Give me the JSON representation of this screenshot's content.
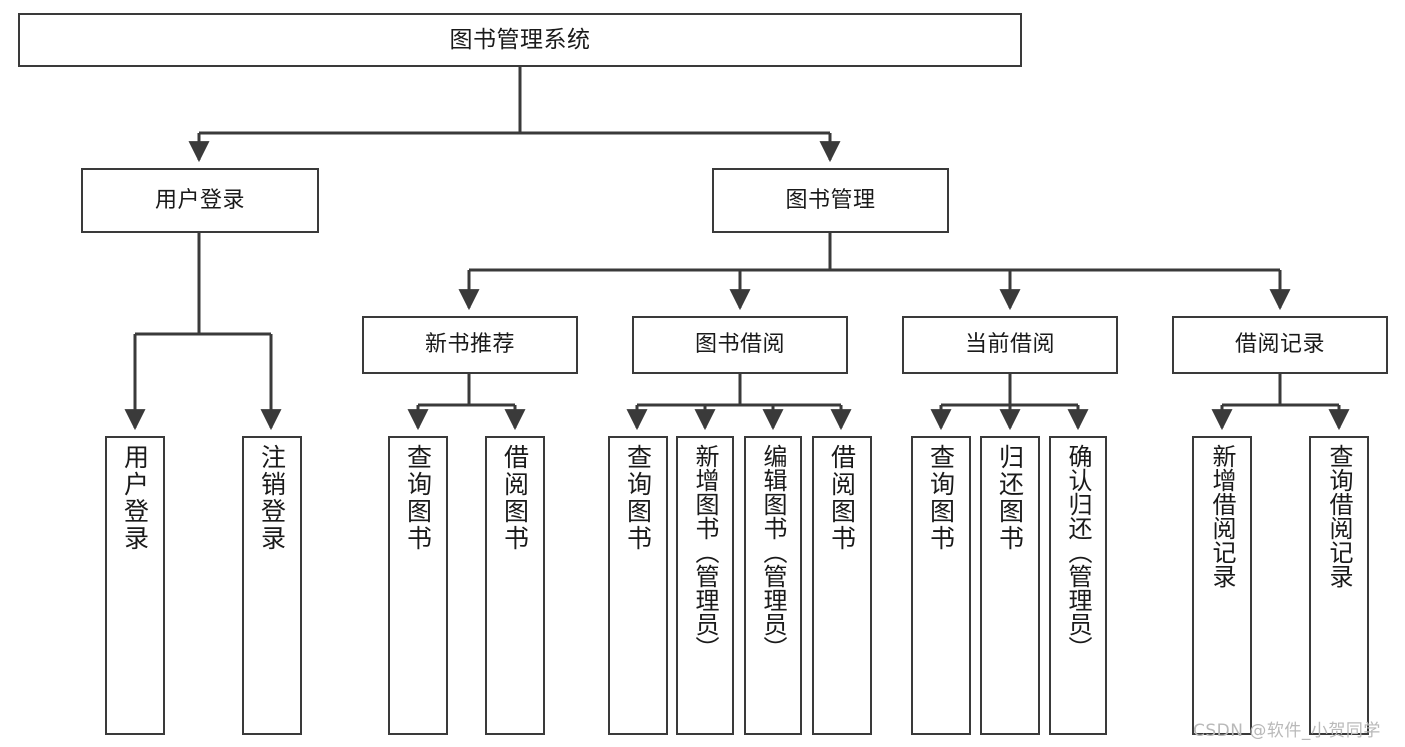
{
  "diagram": {
    "type": "hierarchy-tree",
    "title": "图书管理系统",
    "colors": {
      "border": "#3a3a3a",
      "background": "#ffffff",
      "text": "#1a1a1a",
      "watermark": "#b9b9b9"
    },
    "root": {
      "label": "图书管理系统"
    },
    "level2": [
      {
        "label": "用户登录"
      },
      {
        "label": "图书管理"
      }
    ],
    "level3": [
      {
        "label": "新书推荐"
      },
      {
        "label": "图书借阅"
      },
      {
        "label": "当前借阅"
      },
      {
        "label": "借阅记录"
      }
    ],
    "leaves": {
      "user_login": [
        {
          "label": "用户登录"
        },
        {
          "label": "注销登录"
        }
      ],
      "new_book": [
        {
          "label": "查询图书"
        },
        {
          "label": "借阅图书"
        }
      ],
      "book_borrow": [
        {
          "label": "查询图书"
        },
        {
          "label": "新增图书（管理员）"
        },
        {
          "label": "编辑图书（管理员）"
        },
        {
          "label": "借阅图书"
        }
      ],
      "current_borrow": [
        {
          "label": "查询图书"
        },
        {
          "label": "归还图书"
        },
        {
          "label": "确认归还（管理员）"
        }
      ],
      "borrow_record": [
        {
          "label": "新增借阅记录"
        },
        {
          "label": "查询借阅记录"
        }
      ]
    }
  },
  "watermark": {
    "text": "CSDN @软件_小贺同学"
  }
}
